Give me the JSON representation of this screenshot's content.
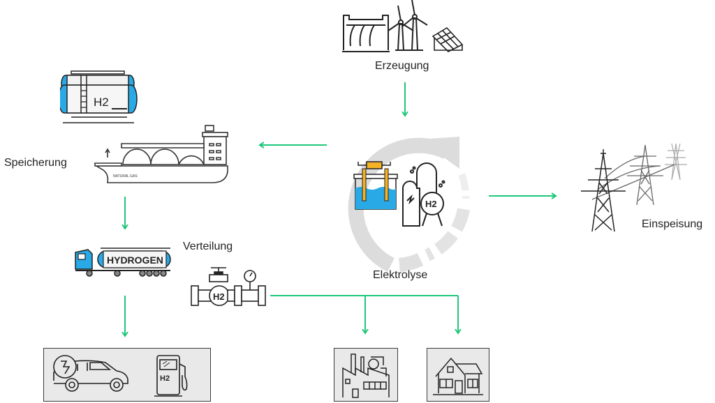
{
  "diagram": {
    "nodes": {
      "generation": {
        "label": "Erzeugung",
        "icons": [
          "hydro-dam-icon",
          "wind-turbine-icon",
          "solar-panel-icon"
        ]
      },
      "electrolysis": {
        "label": "Elektrolyse",
        "tank_text": "H2"
      },
      "feed_in": {
        "label": "Einspeisung",
        "icons": [
          "power-pylon-icon"
        ]
      },
      "storage": {
        "label": "Speicherung",
        "tank_text": "H2",
        "ship_text": "NATURAL GAS"
      },
      "distribution": {
        "label": "Verteilung",
        "truck_text": "HYDROGEN",
        "valve_text": "H2"
      },
      "mobility": {
        "pump_text": "H2",
        "icons": [
          "electric-car-icon",
          "h2-fuel-pump-icon"
        ]
      },
      "industry": {
        "icons": [
          "factory-icon"
        ]
      },
      "households": {
        "icons": [
          "house-icon"
        ]
      }
    },
    "colors": {
      "arrow": "#1ec77a",
      "cycle": "#dcdcdc",
      "accent_blue": "#29a9e6",
      "accent_yellow": "#f5b324",
      "line": "#2a2a2a",
      "box_bg": "#e9e9e9"
    },
    "edges": [
      {
        "from": "Erzeugung",
        "to": "Elektrolyse"
      },
      {
        "from": "Elektrolyse",
        "to": "Speicherung"
      },
      {
        "from": "Elektrolyse",
        "to": "Einspeisung"
      },
      {
        "from": "Speicherung",
        "to": "Verteilung"
      },
      {
        "from": "Verteilung",
        "to": "Mobilität"
      },
      {
        "from": "Verteilung",
        "to": "Industrie"
      },
      {
        "from": "Verteilung",
        "to": "Haushalte"
      }
    ]
  }
}
